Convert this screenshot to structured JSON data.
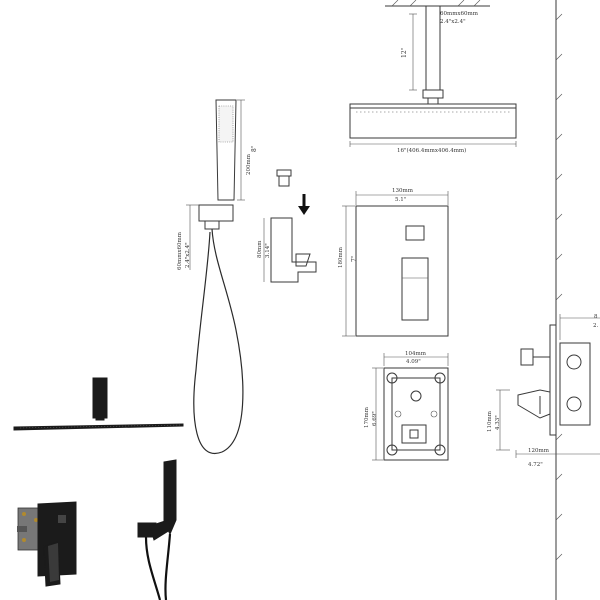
{
  "shower_head": {
    "arm_size_mm": "60mmx60mm",
    "arm_size_in": "2.4\"x2.4\"",
    "arm_length": "12\"",
    "head_size": "16\"(406.4mmx406.4mm)"
  },
  "handheld": {
    "length_mm": "200mm",
    "length_in": "8\""
  },
  "hose_connector": {
    "size_mm": "60mmx60mm",
    "size_in": "2.4\"x2.4\""
  },
  "holder": {
    "height_mm": "80mm",
    "height_in": "3.14\""
  },
  "trim_plate": {
    "width_mm": "130mm",
    "width_in": "5.1\"",
    "height_mm": "180mm",
    "height_in": "7\""
  },
  "valve_box": {
    "width_mm": "104mm",
    "width_in": "4.09\"",
    "height_mm": "170mm",
    "height_in": "6.69\""
  },
  "side_view": {
    "depth_mm": "110mm",
    "depth_in": "4.33\"",
    "width_mm": "120mm",
    "width_in": "4.72\"",
    "top_mm": "8",
    "top_in": "2."
  }
}
